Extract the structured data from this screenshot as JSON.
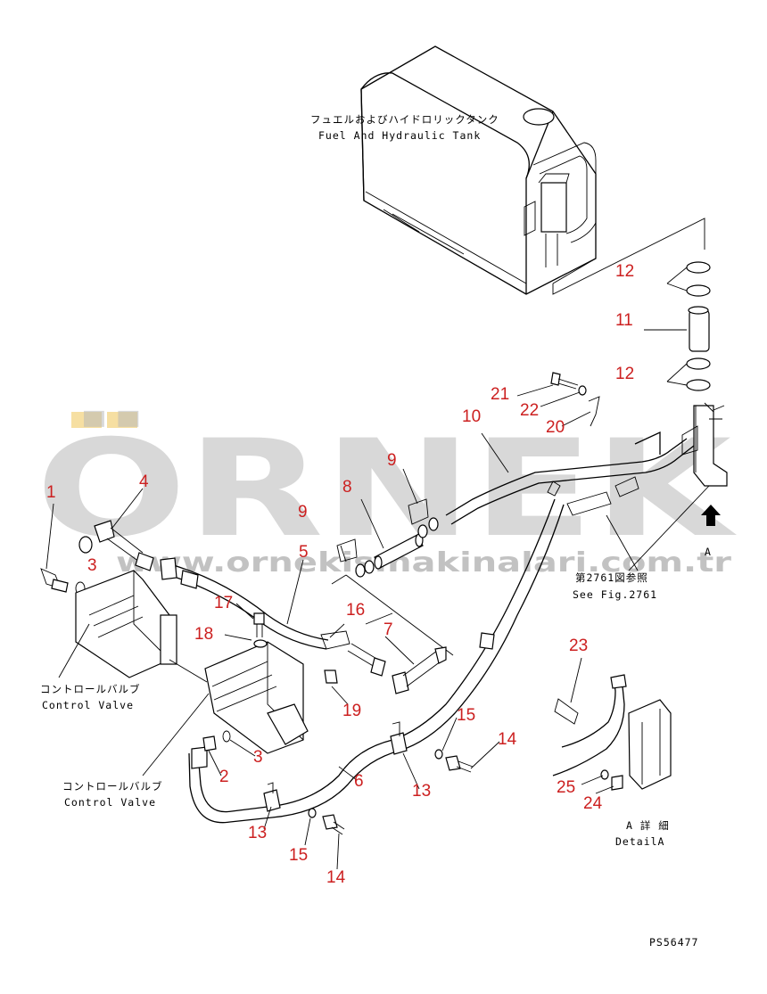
{
  "watermark": {
    "brand": "ÖRNEK",
    "url": "www.ornekismakinalari.com.tr",
    "brand_color": "#b9b9b9",
    "accent_color": "#f2d27a"
  },
  "labels": {
    "tank_jp": "フュエルおよびハイドロリックタンク",
    "tank_en": "Fuel And Hydraulic Tank",
    "valve1_jp": "コントロールバルブ",
    "valve1_en": "Control Valve",
    "valve2_jp": "コントロールバルブ",
    "valve2_en": "Control Valve",
    "see_fig_jp": "第2761図参照",
    "see_fig_en": "See Fig.2761",
    "view_marker": "A",
    "detail_jp": "A 詳 細",
    "detail_en": "DetailA",
    "drawing_no": "PS56477"
  },
  "callouts": {
    "p1": "1",
    "p2": "2",
    "p3a": "3",
    "p3b": "3",
    "p4": "4",
    "p5": "5",
    "p6": "6",
    "p7": "7",
    "p9a": "9",
    "p9b": "9",
    "p8": "8",
    "p10": "10",
    "p11": "11",
    "p12a": "12",
    "p12b": "12",
    "p13a": "13",
    "p13b": "13",
    "p14a": "14",
    "p14b": "14",
    "p15a": "15",
    "p15b": "15",
    "p16": "16",
    "p17": "17",
    "p18": "18",
    "p19": "19",
    "p20": "20",
    "p21": "21",
    "p22": "22",
    "p23": "23",
    "p24": "24",
    "p25": "25"
  },
  "colors": {
    "callout": "#cc2020",
    "line": "#000000"
  }
}
